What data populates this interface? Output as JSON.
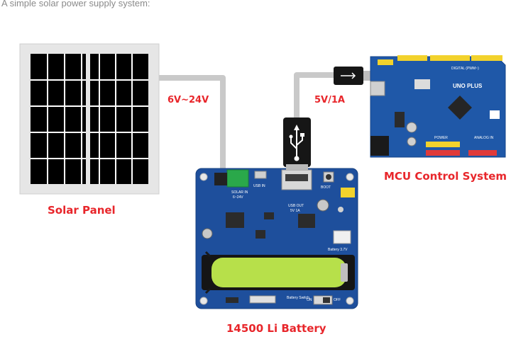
{
  "caption": "A simple solar power supply system:",
  "labels": {
    "solar_panel": "Solar Panel",
    "panel_voltage": "6V~24V",
    "output": "5V/1A",
    "mcu": "MCU Control System",
    "battery": "14500 Li Battery"
  },
  "board_silkscreen": {
    "solar_in": "SOLAR IN",
    "solar_range": "6~24V",
    "usb_in": "USB IN",
    "usb_out": "USB OUT",
    "usb_out_rating": "5V 1A",
    "boot": "BOOT",
    "battery_rating": "Battery 3.7V",
    "battery_switch": "Battery Switch",
    "on": "ON",
    "off": "OFF"
  },
  "mcu_silkscreen": {
    "uno_plus": "UNO PLUS",
    "digital": "DIGITAL (PWM~)",
    "power": "POWER",
    "analog_in": "ANALOG IN"
  },
  "colors": {
    "label_red": "#e8262b",
    "board_blue": "#1e4f9c",
    "cable_gray": "#c9c9c9",
    "battery_green": "#b7e04a"
  },
  "icons": [
    "usb-symbol-icon"
  ]
}
